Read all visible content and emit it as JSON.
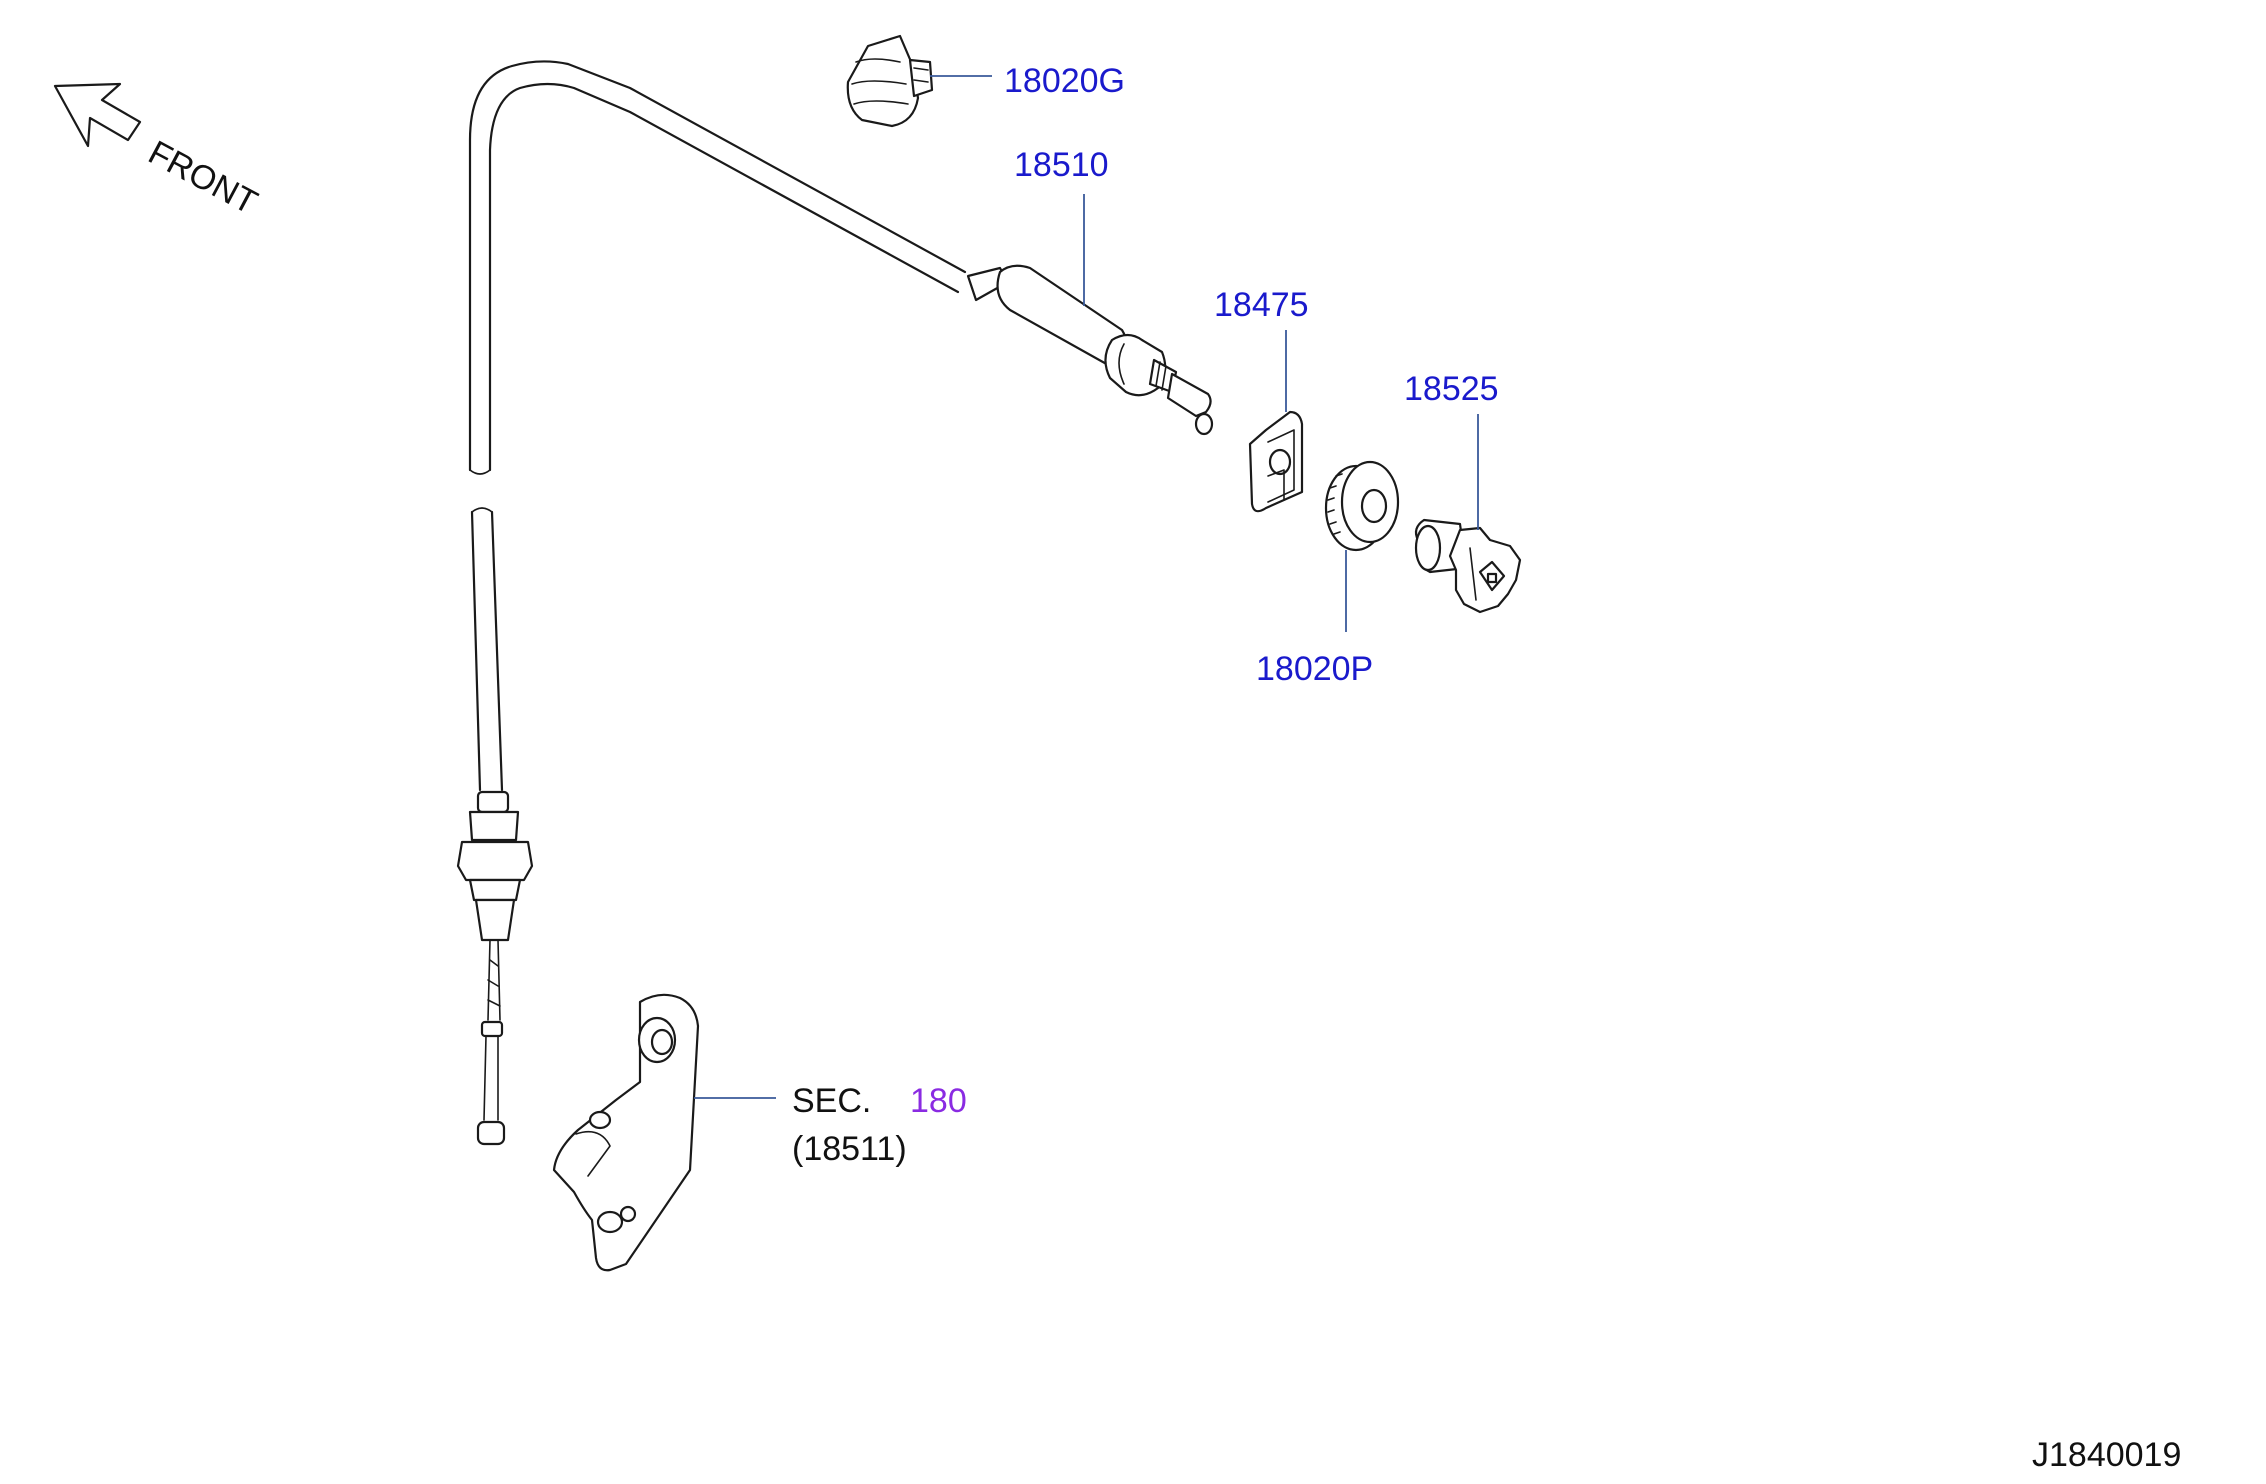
{
  "direction": {
    "label": "FRONT",
    "icon": "front-arrow-icon"
  },
  "parts": {
    "clip_18020G": "18020G",
    "cable_18510": "18510",
    "plate_18475": "18475",
    "bushing_18525": "18525",
    "nut_18020P": "18020P"
  },
  "section_ref": {
    "prefix": "SEC.",
    "number": "180",
    "sub_part": "(18511)"
  },
  "drawing_id": "J1840019",
  "colors": {
    "part_number": "#1a1acc",
    "section_link": "#8a2be2",
    "leader": "#3a5a9a"
  }
}
